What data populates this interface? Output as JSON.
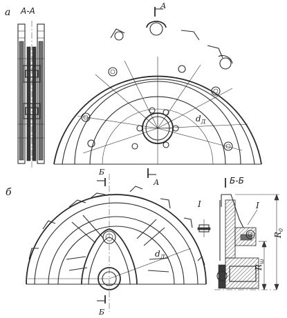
{
  "labels": {
    "panel_a": "а",
    "panel_b": "б",
    "section_aa": "А-А",
    "section_bb": "Б-Б",
    "cut_a_top": "А",
    "cut_a_bottom": "А",
    "cut_b_top": "Б",
    "cut_b_bottom": "Б",
    "diameter_a": "d",
    "diameter_a_sub": "Д",
    "diameter_b": "d",
    "diameter_b_sub": "Д",
    "detail_i_left": "I",
    "detail_i_right": "I",
    "radius_outer": "R",
    "radius_outer_sub": "0",
    "radius_inner": "R",
    "radius_inner_sub": "ш"
  }
}
